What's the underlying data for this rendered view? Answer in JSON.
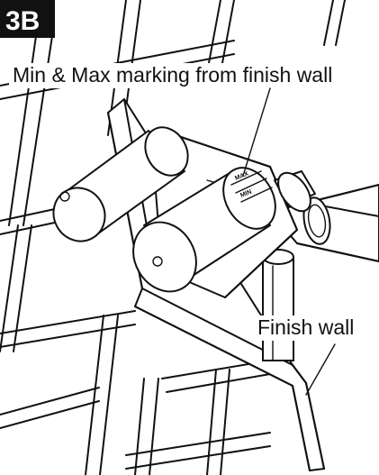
{
  "badge": {
    "text": "3B",
    "background": "#111111",
    "foreground": "#ffffff"
  },
  "callouts": {
    "marking": "Min & Max marking from finish wall",
    "wall": "Finish wall"
  },
  "ring_marks": {
    "max": "MAX",
    "min": "MIN"
  },
  "colors": {
    "line": "#111111",
    "paper": "#ffffff"
  }
}
